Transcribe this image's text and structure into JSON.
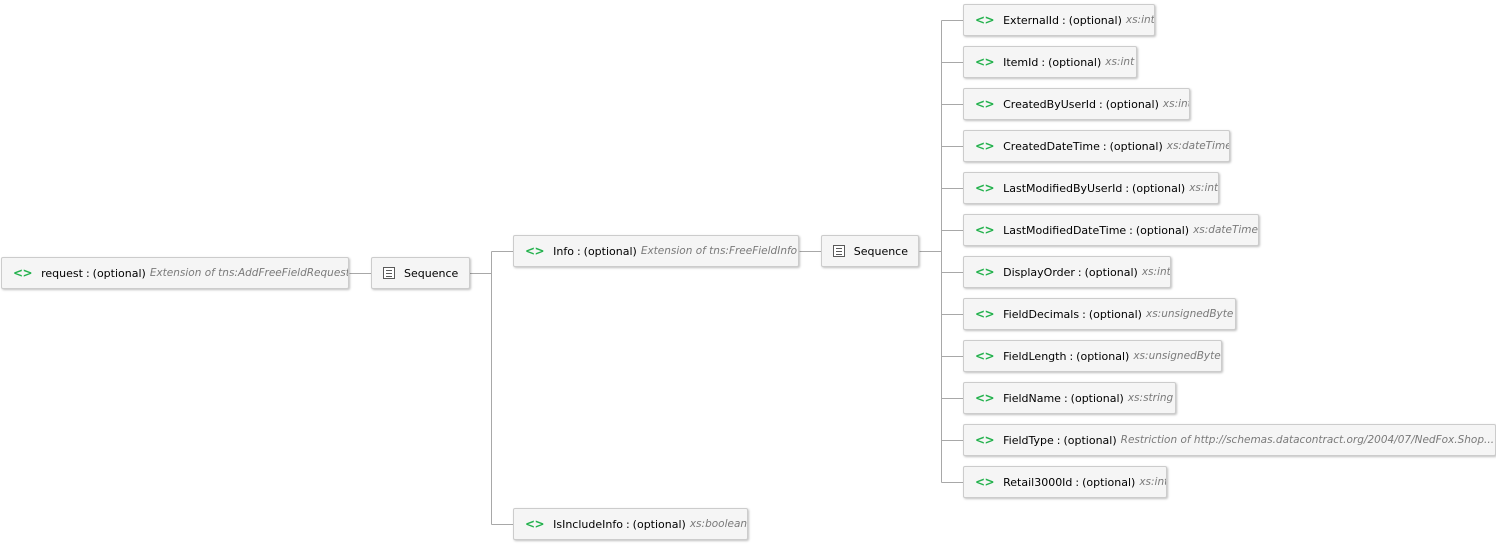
{
  "root": {
    "name": "request",
    "optional": "(optional)",
    "type": "Extension of tns:AddFreeFieldRequest",
    "icon": "element-icon"
  },
  "sequence_1": {
    "label": "Sequence",
    "icon": "sequence-icon"
  },
  "info": {
    "name": "Info",
    "optional": "(optional)",
    "type": "Extension of tns:FreeFieldInfo",
    "icon": "element-icon"
  },
  "is_include_info": {
    "name": "IsIncludeInfo",
    "optional": "(optional)",
    "type": "xs:boolean",
    "icon": "element-icon"
  },
  "sequence_2": {
    "label": "Sequence",
    "icon": "sequence-icon"
  },
  "fields": [
    {
      "name": "ExternalId",
      "optional": "(optional)",
      "type": "xs:int"
    },
    {
      "name": "ItemId",
      "optional": "(optional)",
      "type": "xs:int"
    },
    {
      "name": "CreatedByUserId",
      "optional": "(optional)",
      "type": "xs:int"
    },
    {
      "name": "CreatedDateTime",
      "optional": "(optional)",
      "type": "xs:dateTime"
    },
    {
      "name": "LastModifiedByUserId",
      "optional": "(optional)",
      "type": "xs:int"
    },
    {
      "name": "LastModifiedDateTime",
      "optional": "(optional)",
      "type": "xs:dateTime"
    },
    {
      "name": "DisplayOrder",
      "optional": "(optional)",
      "type": "xs:int"
    },
    {
      "name": "FieldDecimals",
      "optional": "(optional)",
      "type": "xs:unsignedByte"
    },
    {
      "name": "FieldLength",
      "optional": "(optional)",
      "type": "xs:unsignedByte"
    },
    {
      "name": "FieldName",
      "optional": "(optional)",
      "type": "xs:string"
    },
    {
      "name": "FieldType",
      "optional": "(optional)",
      "type": "Restriction of http://schemas.datacontract.org/2004/07/NedFox.Shop..."
    },
    {
      "name": "Retail3000Id",
      "optional": "(optional)",
      "type": "xs:int"
    }
  ],
  "colors": {
    "element_icon": "#22b14c",
    "type_text": "#7a7a7a",
    "node_bg": "#f5f5f5",
    "node_border": "#cccccc",
    "connector": "#a8a8a8"
  }
}
